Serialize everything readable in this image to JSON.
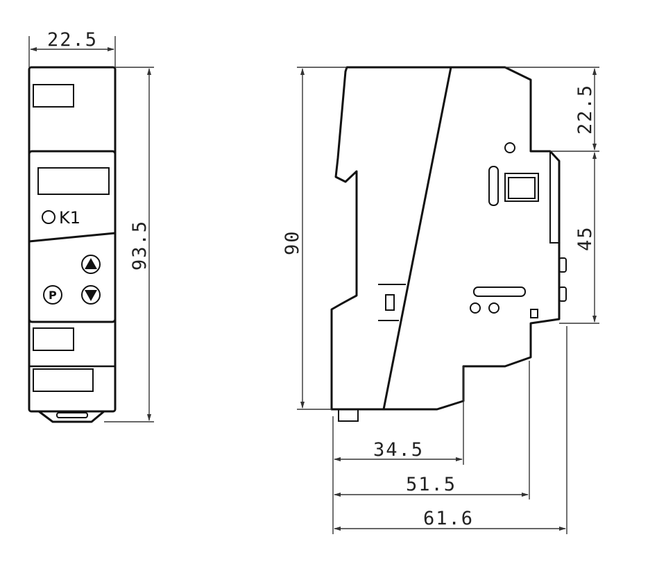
{
  "dimensions": {
    "front_width": "22.5",
    "front_height": "93.5",
    "side_height": "90",
    "top_section": "22.5",
    "middle_section": "45",
    "depth_1": "34.5",
    "depth_2": "51.5",
    "depth_3": "61.6"
  },
  "front_panel": {
    "indicator_label": "K1",
    "p_button_label": "P"
  }
}
